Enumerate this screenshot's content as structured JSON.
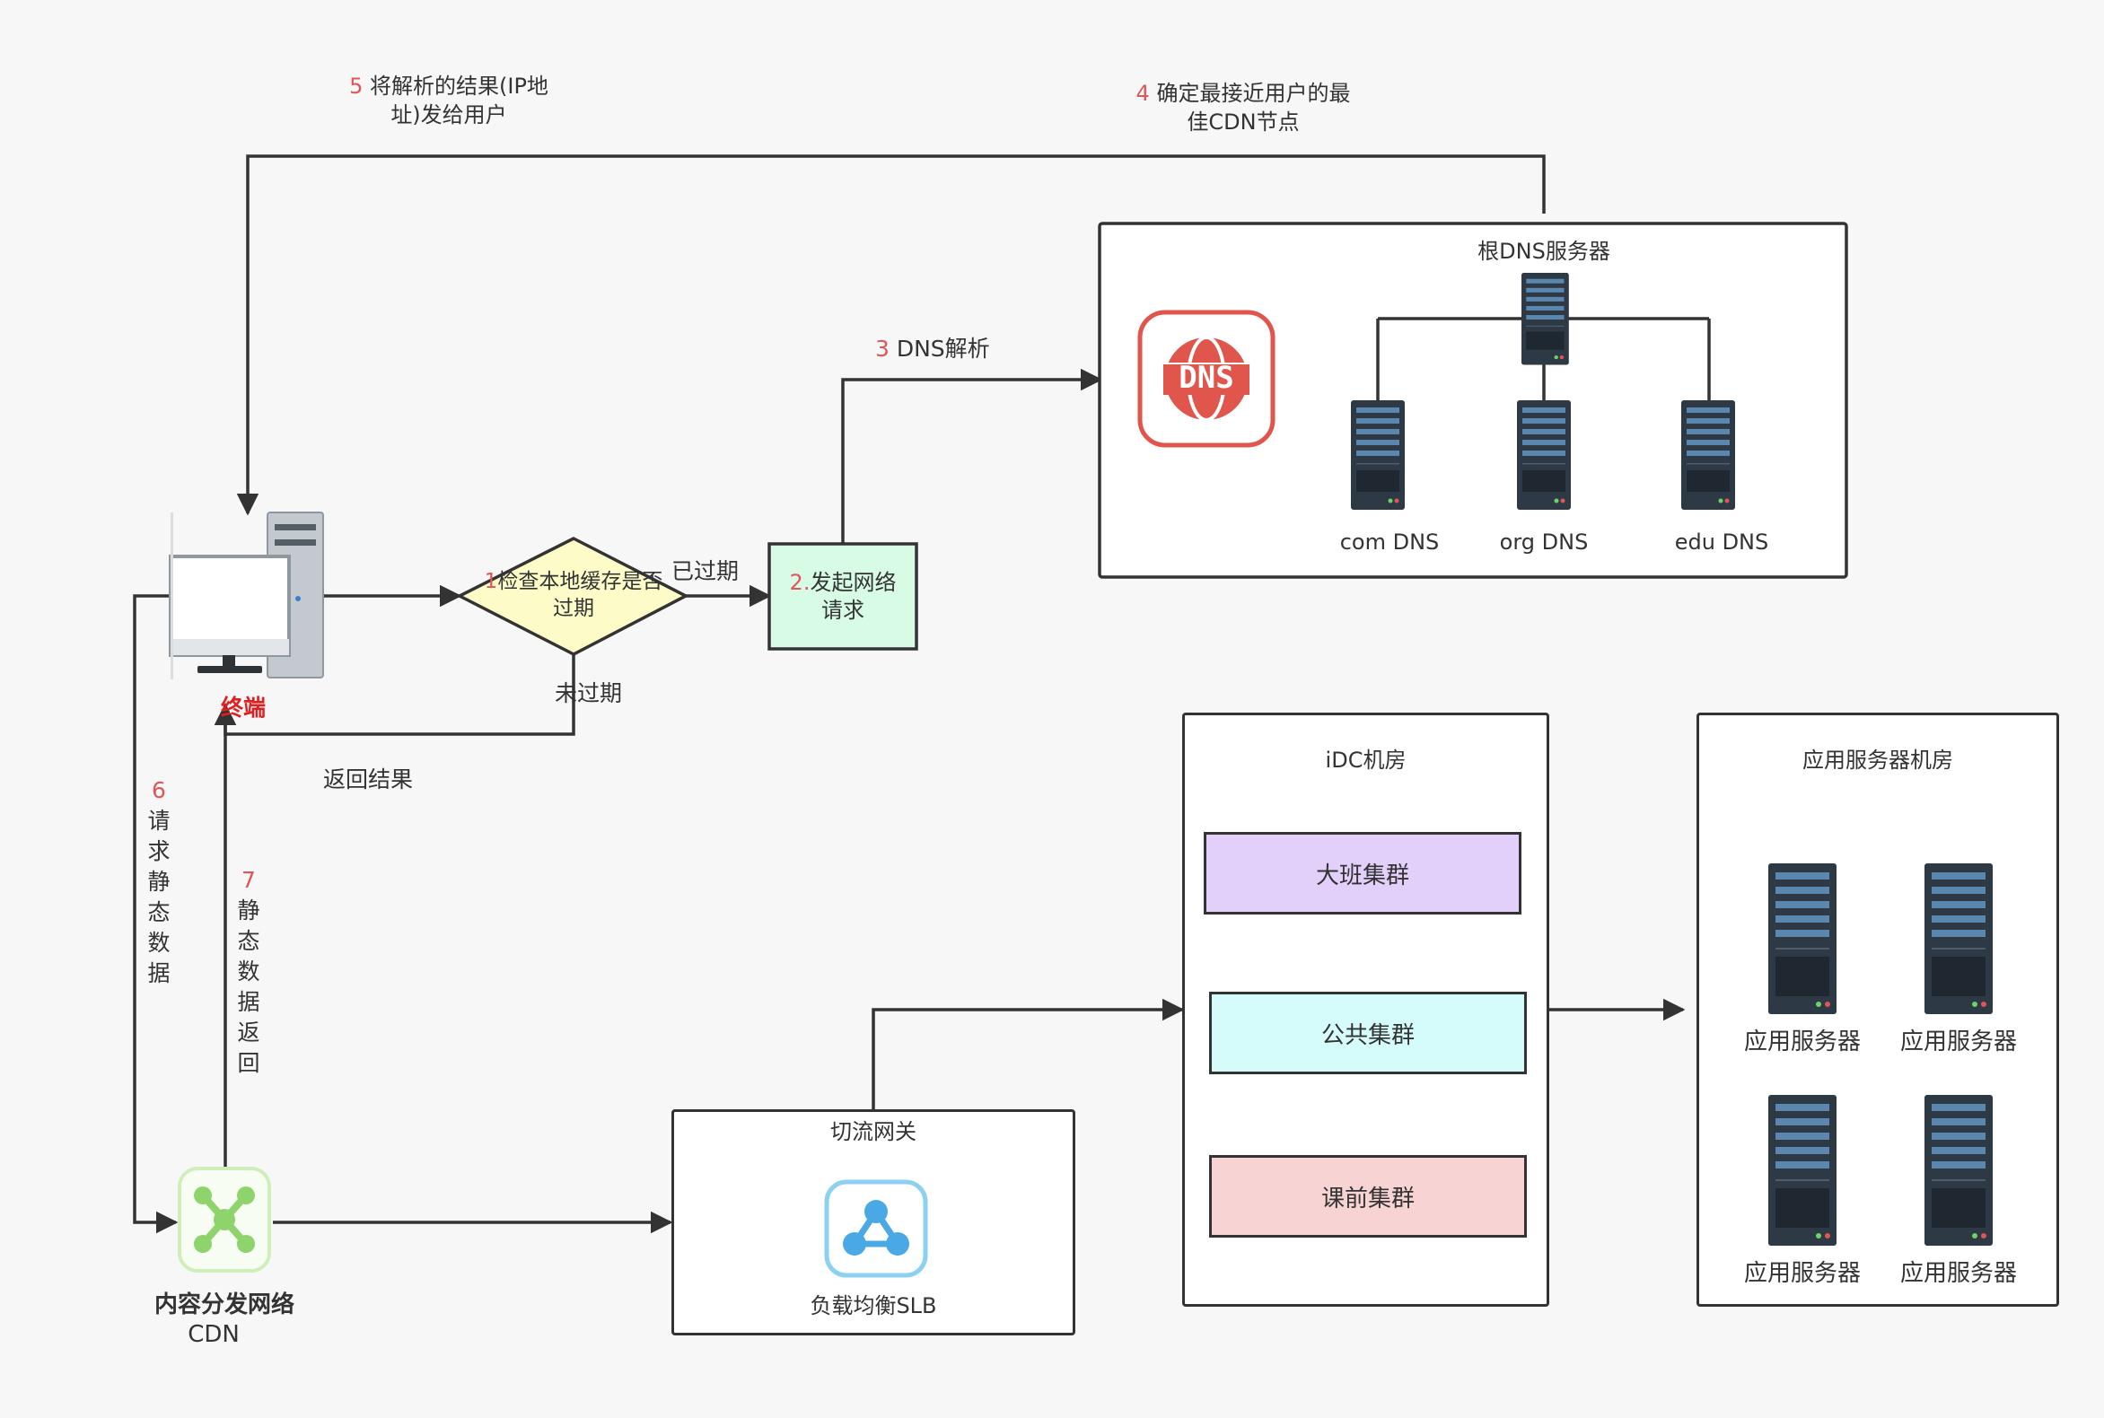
{
  "steps": {
    "s5": {
      "num": "5",
      "line1": "将解析的结果(IP地",
      "line2": "址)发给用户"
    },
    "s4": {
      "num": "4",
      "line1": "确定最接近用户的最",
      "line2": "佳CDN节点"
    },
    "s3": {
      "num": "3",
      "text": "DNS解析"
    },
    "s1": {
      "num": "1",
      "line1": "检查本地缓存是否",
      "line2": "过期"
    },
    "s2": {
      "num": "2.",
      "line1": "发起网络",
      "line2": "请求"
    },
    "s6": {
      "num": "6",
      "chars": [
        "请",
        "求",
        "静",
        "态",
        "数",
        "据"
      ]
    },
    "s7": {
      "num": "7",
      "chars": [
        "静",
        "态",
        "数",
        "据",
        "返",
        "回"
      ]
    }
  },
  "edges": {
    "expired": "已过期",
    "not_expired": "未过期",
    "return_result": "返回结果"
  },
  "terminal": {
    "label": "终端"
  },
  "dns_group": {
    "title": "根DNS服务器",
    "logo": "DNS",
    "servers": [
      "com DNS",
      "org DNS",
      "edu DNS"
    ]
  },
  "cdn": {
    "line1": "内容分发网络",
    "line2": "CDN"
  },
  "gateway": {
    "title": "切流网关",
    "slb_label": "负载均衡SLB"
  },
  "idc": {
    "title": "iDC机房",
    "clusters": [
      {
        "label": "大班集群",
        "color": "#e2cffa"
      },
      {
        "label": "公共集群",
        "color": "#d6fbfb"
      },
      {
        "label": "课前集群",
        "color": "#f8d3d3"
      }
    ]
  },
  "app_room": {
    "title": "应用服务器机房",
    "servers": [
      "应用服务器",
      "应用服务器",
      "应用服务器",
      "应用服务器"
    ]
  },
  "colors": {
    "accent_red": "#e05555",
    "decision_fill": "#fdfcc8",
    "request_fill": "#d8fbe6",
    "server_dark": "#2d3945",
    "server_stripe": "#5b86ad",
    "cdn_green": "#8ed36c",
    "slb_blue": "#4ba8e6"
  }
}
